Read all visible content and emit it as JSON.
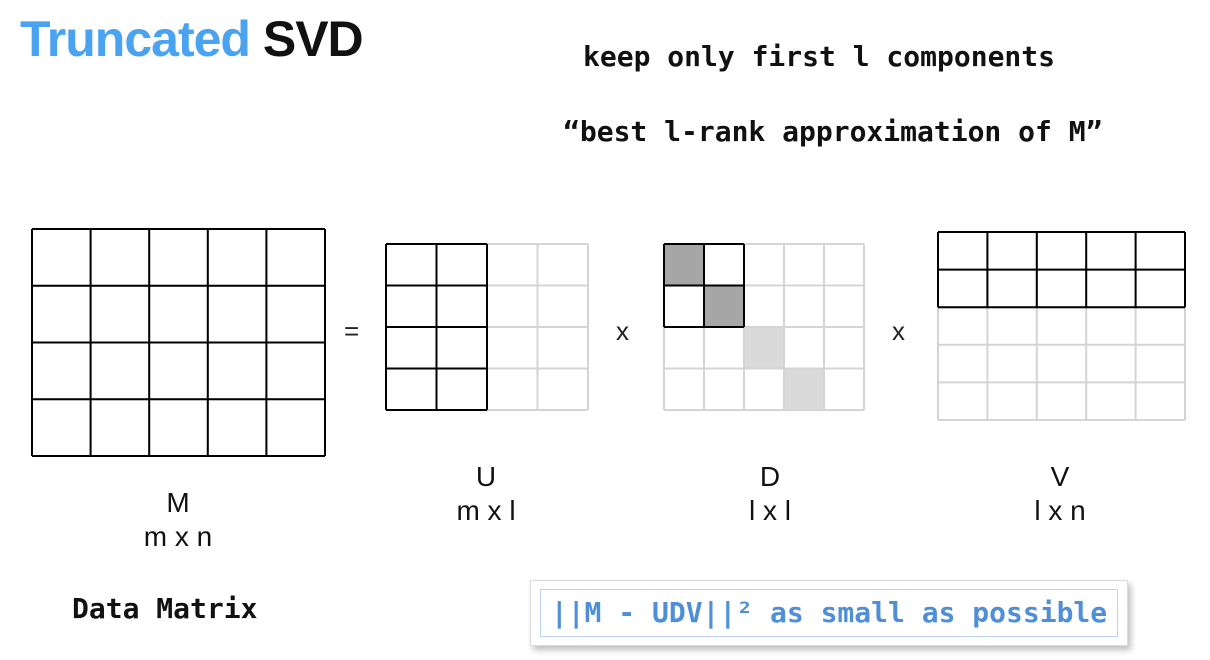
{
  "title": {
    "part1": "Truncated",
    "part2": "SVD"
  },
  "notes": {
    "line1": "keep only first l components",
    "line2": "“best l-rank approximation of M”"
  },
  "operators": {
    "equals": "=",
    "times1": "x",
    "times2": "x"
  },
  "matrices": [
    {
      "name": "M",
      "dims": "m x n",
      "rows": 4,
      "cols": 5,
      "kept_rows": 4,
      "kept_cols": 5
    },
    {
      "name": "U",
      "dims": "m x l",
      "rows": 4,
      "cols": 4,
      "kept_rows": 4,
      "kept_cols": 2
    },
    {
      "name": "D",
      "dims": "l x l",
      "rows": 4,
      "cols": 5,
      "kept_rows": 2,
      "kept_cols": 2
    },
    {
      "name": "V",
      "dims": "l x n",
      "rows": 5,
      "cols": 5,
      "kept_rows": 2,
      "kept_cols": 5
    }
  ],
  "data_matrix_label": "Data Matrix",
  "formula": "||M - UDV||² as small as possible",
  "colors": {
    "title_accent": "#4aa3f0",
    "kept_line": "#000000",
    "dropped_line": "#d4d4d4",
    "kept_diagonal_fill": "#a6a6a6",
    "dropped_diagonal_fill": "#dadada",
    "formula_text": "#4f8fd8"
  }
}
